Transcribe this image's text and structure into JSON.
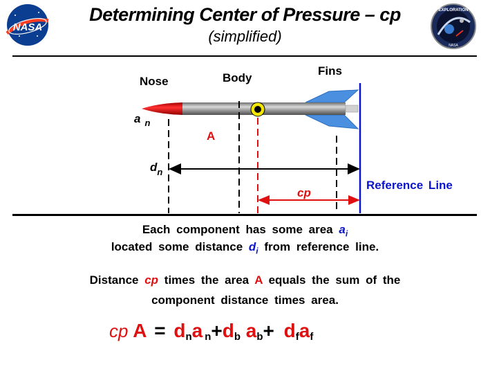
{
  "header": {
    "title": "Determining  Center  of  Pressure – cp",
    "subtitle": "(simplified)",
    "logo_left": "NASA",
    "logo_right_top": "EXPLORATION",
    "logo_right_bottom": "NASA"
  },
  "diagram": {
    "labels": {
      "nose": "Nose",
      "body": "Body",
      "fins": "Fins",
      "an_base": "a",
      "an_sub": "n",
      "area": "A",
      "dn_base": "d",
      "dn_sub": "n",
      "cp": "cp",
      "reference_line": "Reference  Line"
    },
    "colors": {
      "red": "#e01010",
      "blue": "#0a16c8",
      "fin": "#4a8fe0",
      "cp_dot": "#f2e600"
    }
  },
  "text": {
    "line1_pre": "Each  component  has  some  area ",
    "line1_var_base": "a",
    "line1_var_sub": "i",
    "line2_pre": "located  some  distance ",
    "line2_var_base": "d",
    "line2_var_sub": "i",
    "line2_post": " from  reference  line.",
    "line3_pre": "Distance ",
    "line3_cp": "cp",
    "line3_mid": " times  the  area ",
    "line3_A": "A",
    "line3_post": "  equals  the  sum  of  the",
    "line4": "component  distance  times  area."
  },
  "equation": {
    "cp": "cp",
    "A": "A",
    "eq": "=",
    "d": "d",
    "a": "a",
    "plus": "+",
    "sub_n": "n",
    "sub_b": "b",
    "sub_f": "f"
  }
}
